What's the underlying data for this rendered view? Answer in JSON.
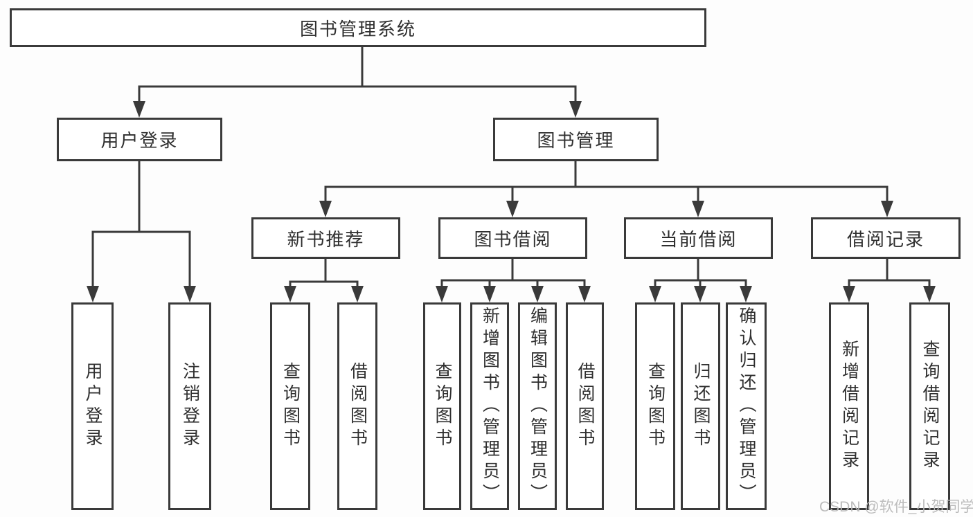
{
  "tree": {
    "root": {
      "label": "图书管理系统",
      "children": [
        {
          "label": "用户登录",
          "children": [
            {
              "label": "用户登录"
            },
            {
              "label": "注销登录"
            }
          ]
        },
        {
          "label": "图书管理",
          "children": [
            {
              "label": "新书推荐",
              "children": [
                {
                  "label": "查询图书"
                },
                {
                  "label": "借阅图书"
                }
              ]
            },
            {
              "label": "图书借阅",
              "children": [
                {
                  "label": "查询图书"
                },
                {
                  "label": "新增图书（管理员）"
                },
                {
                  "label": "编辑图书（管理员）"
                },
                {
                  "label": "借阅图书"
                }
              ]
            },
            {
              "label": "当前借阅",
              "children": [
                {
                  "label": "查询图书"
                },
                {
                  "label": "归还图书"
                },
                {
                  "label": "确认归还（管理员）"
                }
              ]
            },
            {
              "label": "借阅记录",
              "children": [
                {
                  "label": "新增借阅记录"
                },
                {
                  "label": "查询借阅记录"
                }
              ]
            }
          ]
        }
      ]
    }
  },
  "watermark": {
    "text": "CSDN @软件_小贺同学"
  },
  "colors": {
    "line": "#3a3a3a",
    "text": "#2f2f2f",
    "box_background": "#ffffff",
    "page_background": "#fdfdfd",
    "watermark": "#b9b9b9"
  }
}
